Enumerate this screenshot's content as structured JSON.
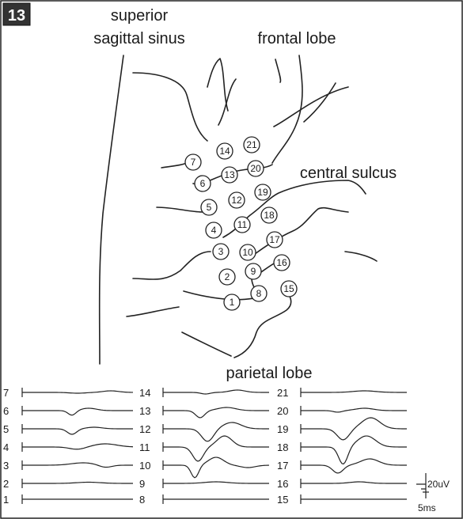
{
  "figure": {
    "badge": "13",
    "labels": {
      "superior_line1": "superior",
      "superior_line2": "sagittal sinus",
      "frontal": "frontal lobe",
      "central": "central sulcus",
      "parietal": "parietal lobe"
    },
    "electrodes": [
      "1",
      "2",
      "3",
      "4",
      "5",
      "6",
      "7",
      "8",
      "9",
      "10",
      "11",
      "12",
      "13",
      "14",
      "15",
      "16",
      "17",
      "18",
      "19",
      "20",
      "21"
    ],
    "trace_numbers": {
      "col1": [
        "7",
        "6",
        "5",
        "4",
        "3",
        "2",
        "1"
      ],
      "col2": [
        "14",
        "13",
        "12",
        "11",
        "10",
        "9",
        "8"
      ],
      "col3": [
        "21",
        "20",
        "19",
        "18",
        "17",
        "16",
        "15"
      ]
    },
    "scale": {
      "amplitude": "20uV",
      "time": "5ms"
    }
  }
}
